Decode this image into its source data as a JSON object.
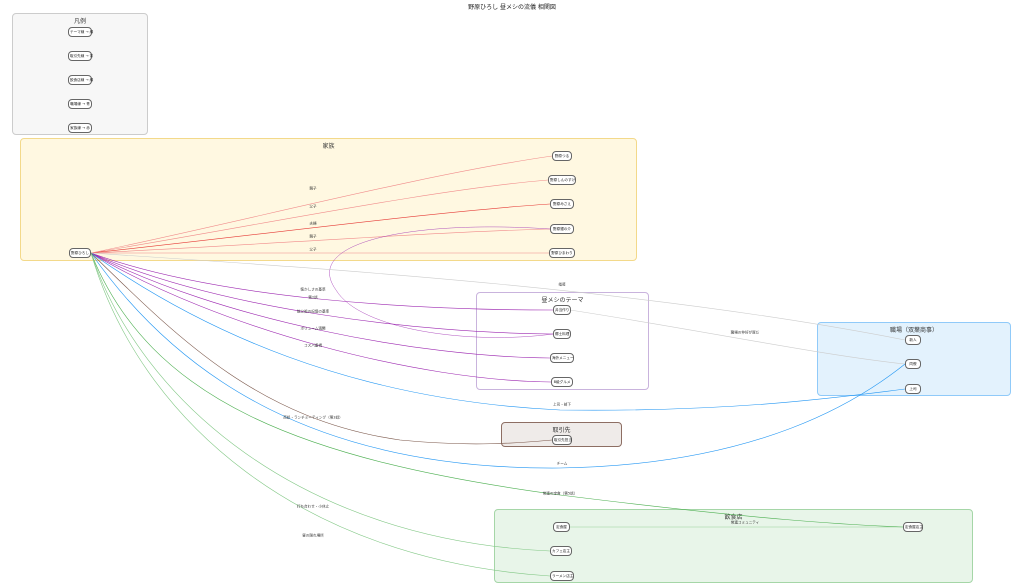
{
  "title": "野原ひろし 昼メシの流儀 相関図",
  "legend": {
    "title": "凡例",
    "items": [
      {
        "label": "テーマ線 → 緑",
        "color": "#9c27b0"
      },
      {
        "label": "取引先線 → 茶",
        "color": "#795548"
      },
      {
        "label": "飲食店線 → 緑",
        "color": "#4caf50"
      },
      {
        "label": "職場線 → 青",
        "color": "#2196f3"
      },
      {
        "label": "家族線 → 赤",
        "color": "#e53935"
      }
    ]
  },
  "groups": {
    "family": {
      "label": "家族"
    },
    "theme": {
      "label": "昼メシのテーマ"
    },
    "work": {
      "label": "職場（双葉商事）"
    },
    "client": {
      "label": "取引先"
    },
    "food": {
      "label": "飲食店"
    }
  },
  "nodes": {
    "hiroshi": "野原ひろし",
    "tsuna": "野原つる",
    "shinnosuke": "野原しんのすけ",
    "misae": "野原みさえ",
    "ginnosuke": "野原銀の介",
    "himawari": "野原ひまわり",
    "gohan": "弁当作り",
    "kyodo": "郷土料理",
    "kaigai": "海外メニュー",
    "kyugurume": "B級グルメ",
    "shinjin": "新人",
    "doryo": "同僚",
    "joshi": "上司",
    "torihikisaki": "取引先担当",
    "teishoku": "定食屋",
    "cafe": "カフェ店主",
    "ramen": "ラーメン店主",
    "inshoku": "定食屋店主"
  },
  "edge_labels": {
    "oyako1": "親子",
    "fushi": "父子",
    "fufu": "夫婦",
    "oyako2": "親子",
    "fushi2": "父子",
    "natsukashi": "懐かしさの基準",
    "dai2wa": "第2話",
    "kinyu": "故父祖の記憶の基準",
    "volume": "ボリューム満開",
    "cospa": "コスパ重視",
    "buka": "指導",
    "kanjo": "職場の仲好が厚だ",
    "joshibuka": "上司・部下",
    "shodan": "商談・ランチミーティング（第3話）",
    "team": "チーム",
    "jouren": "常連の定食（第5話）",
    "uchiawase": "打ち合わせ・小休止",
    "gourmet": "昼の隠れ場所",
    "community": "常連コミュニティ"
  },
  "colors": {
    "family": "#e53935",
    "theme": "#9c27b0",
    "work": "#2196f3",
    "client": "#795548",
    "food": "#4caf50",
    "family_bg": "#fff8e1",
    "work_bg": "#e3f2fd",
    "client_bg": "#efebe9",
    "food_bg": "#e8f5e9"
  }
}
